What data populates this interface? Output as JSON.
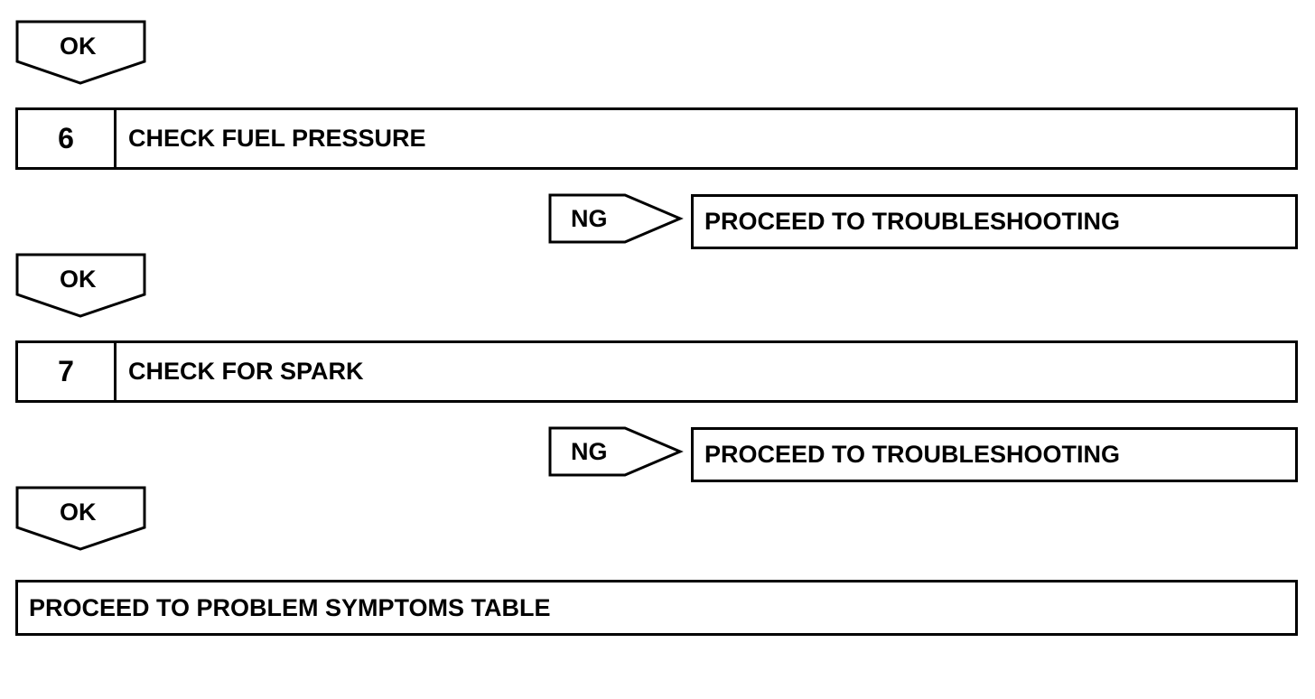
{
  "flow": {
    "ok_label": "OK",
    "ng_label": "NG",
    "steps": [
      {
        "number": "6",
        "title": "CHECK FUEL PRESSURE",
        "ng_result": "PROCEED TO TROUBLESHOOTING"
      },
      {
        "number": "7",
        "title": "CHECK FOR SPARK",
        "ng_result": "PROCEED TO TROUBLESHOOTING"
      }
    ],
    "final": "PROCEED TO PROBLEM SYMPTOMS TABLE"
  }
}
